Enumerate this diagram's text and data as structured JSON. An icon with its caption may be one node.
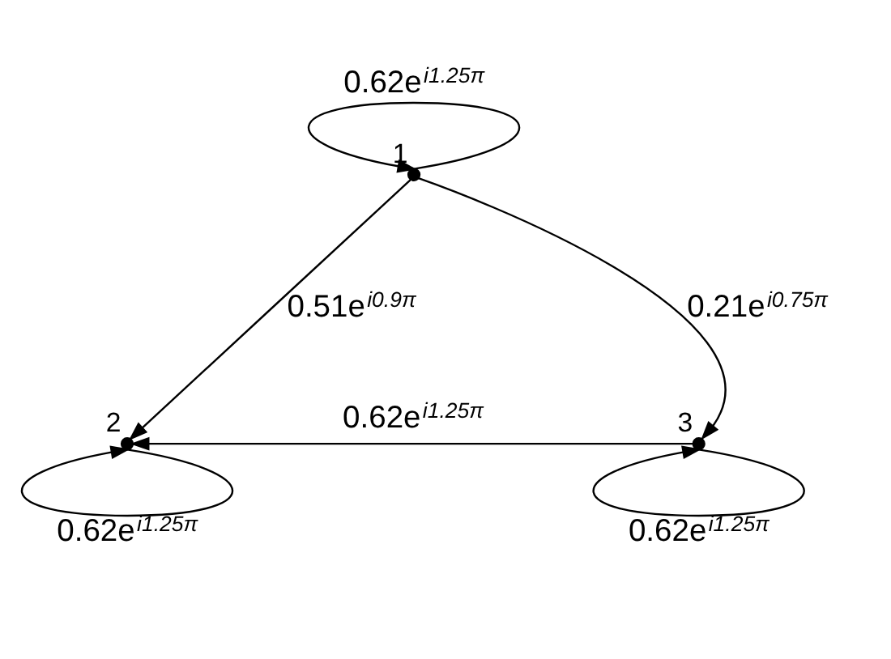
{
  "diagram": {
    "nodes": [
      {
        "text": [],
        "shape": "dot",
        "beside": [
          "1"
        ]
      },
      {
        "text": [],
        "shape": "dot",
        "beside": [
          "2"
        ]
      },
      {
        "text": [],
        "shape": "dot",
        "beside": [
          "3"
        ]
      }
    ],
    "edges": [
      {
        "from": 0,
        "to": 0,
        "arrow": "to",
        "label": "0.62e$^{i1.25π}$"
      },
      {
        "from": 0,
        "to": 1,
        "arrow": "to",
        "label": "0.51e$^{i0.9π}$"
      },
      {
        "from": 0,
        "to": 2,
        "arrow": "to",
        "label": "0.21e$^{i0.75π}$"
      },
      {
        "from": 1,
        "to": 1,
        "arrow": "to",
        "label": "0.62e$^{i1.25π}$"
      },
      {
        "from": 2,
        "to": 1,
        "arrow": "to",
        "label": "0.62e$^{i1.25π}$"
      },
      {
        "from": 2,
        "to": 2,
        "arrow": "to",
        "label": "0.62e$^{i1.25π}$"
      }
    ]
  }
}
